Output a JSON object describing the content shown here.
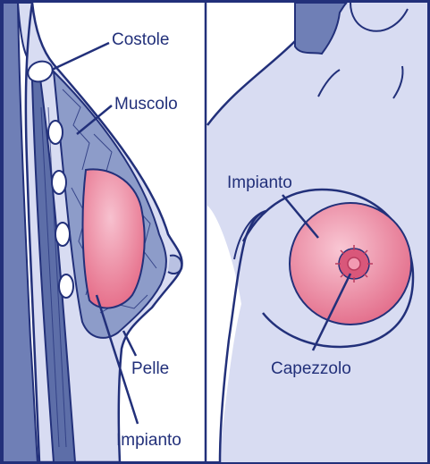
{
  "diagram": {
    "colors": {
      "outline": "#22307a",
      "body": "#d8dcf2",
      "muscle": "#6f7fb6",
      "implant": "#e9758f",
      "implant_light": "#f2a8bb",
      "rib": "#ffffff",
      "background": "#ffffff"
    },
    "left_panel": {
      "labels": {
        "ribs": "Costole",
        "muscle": "Muscolo",
        "skin": "Pelle",
        "implant": "Impianto"
      }
    },
    "right_panel": {
      "labels": {
        "implant": "Impianto",
        "nipple": "Capezzolo"
      }
    }
  }
}
